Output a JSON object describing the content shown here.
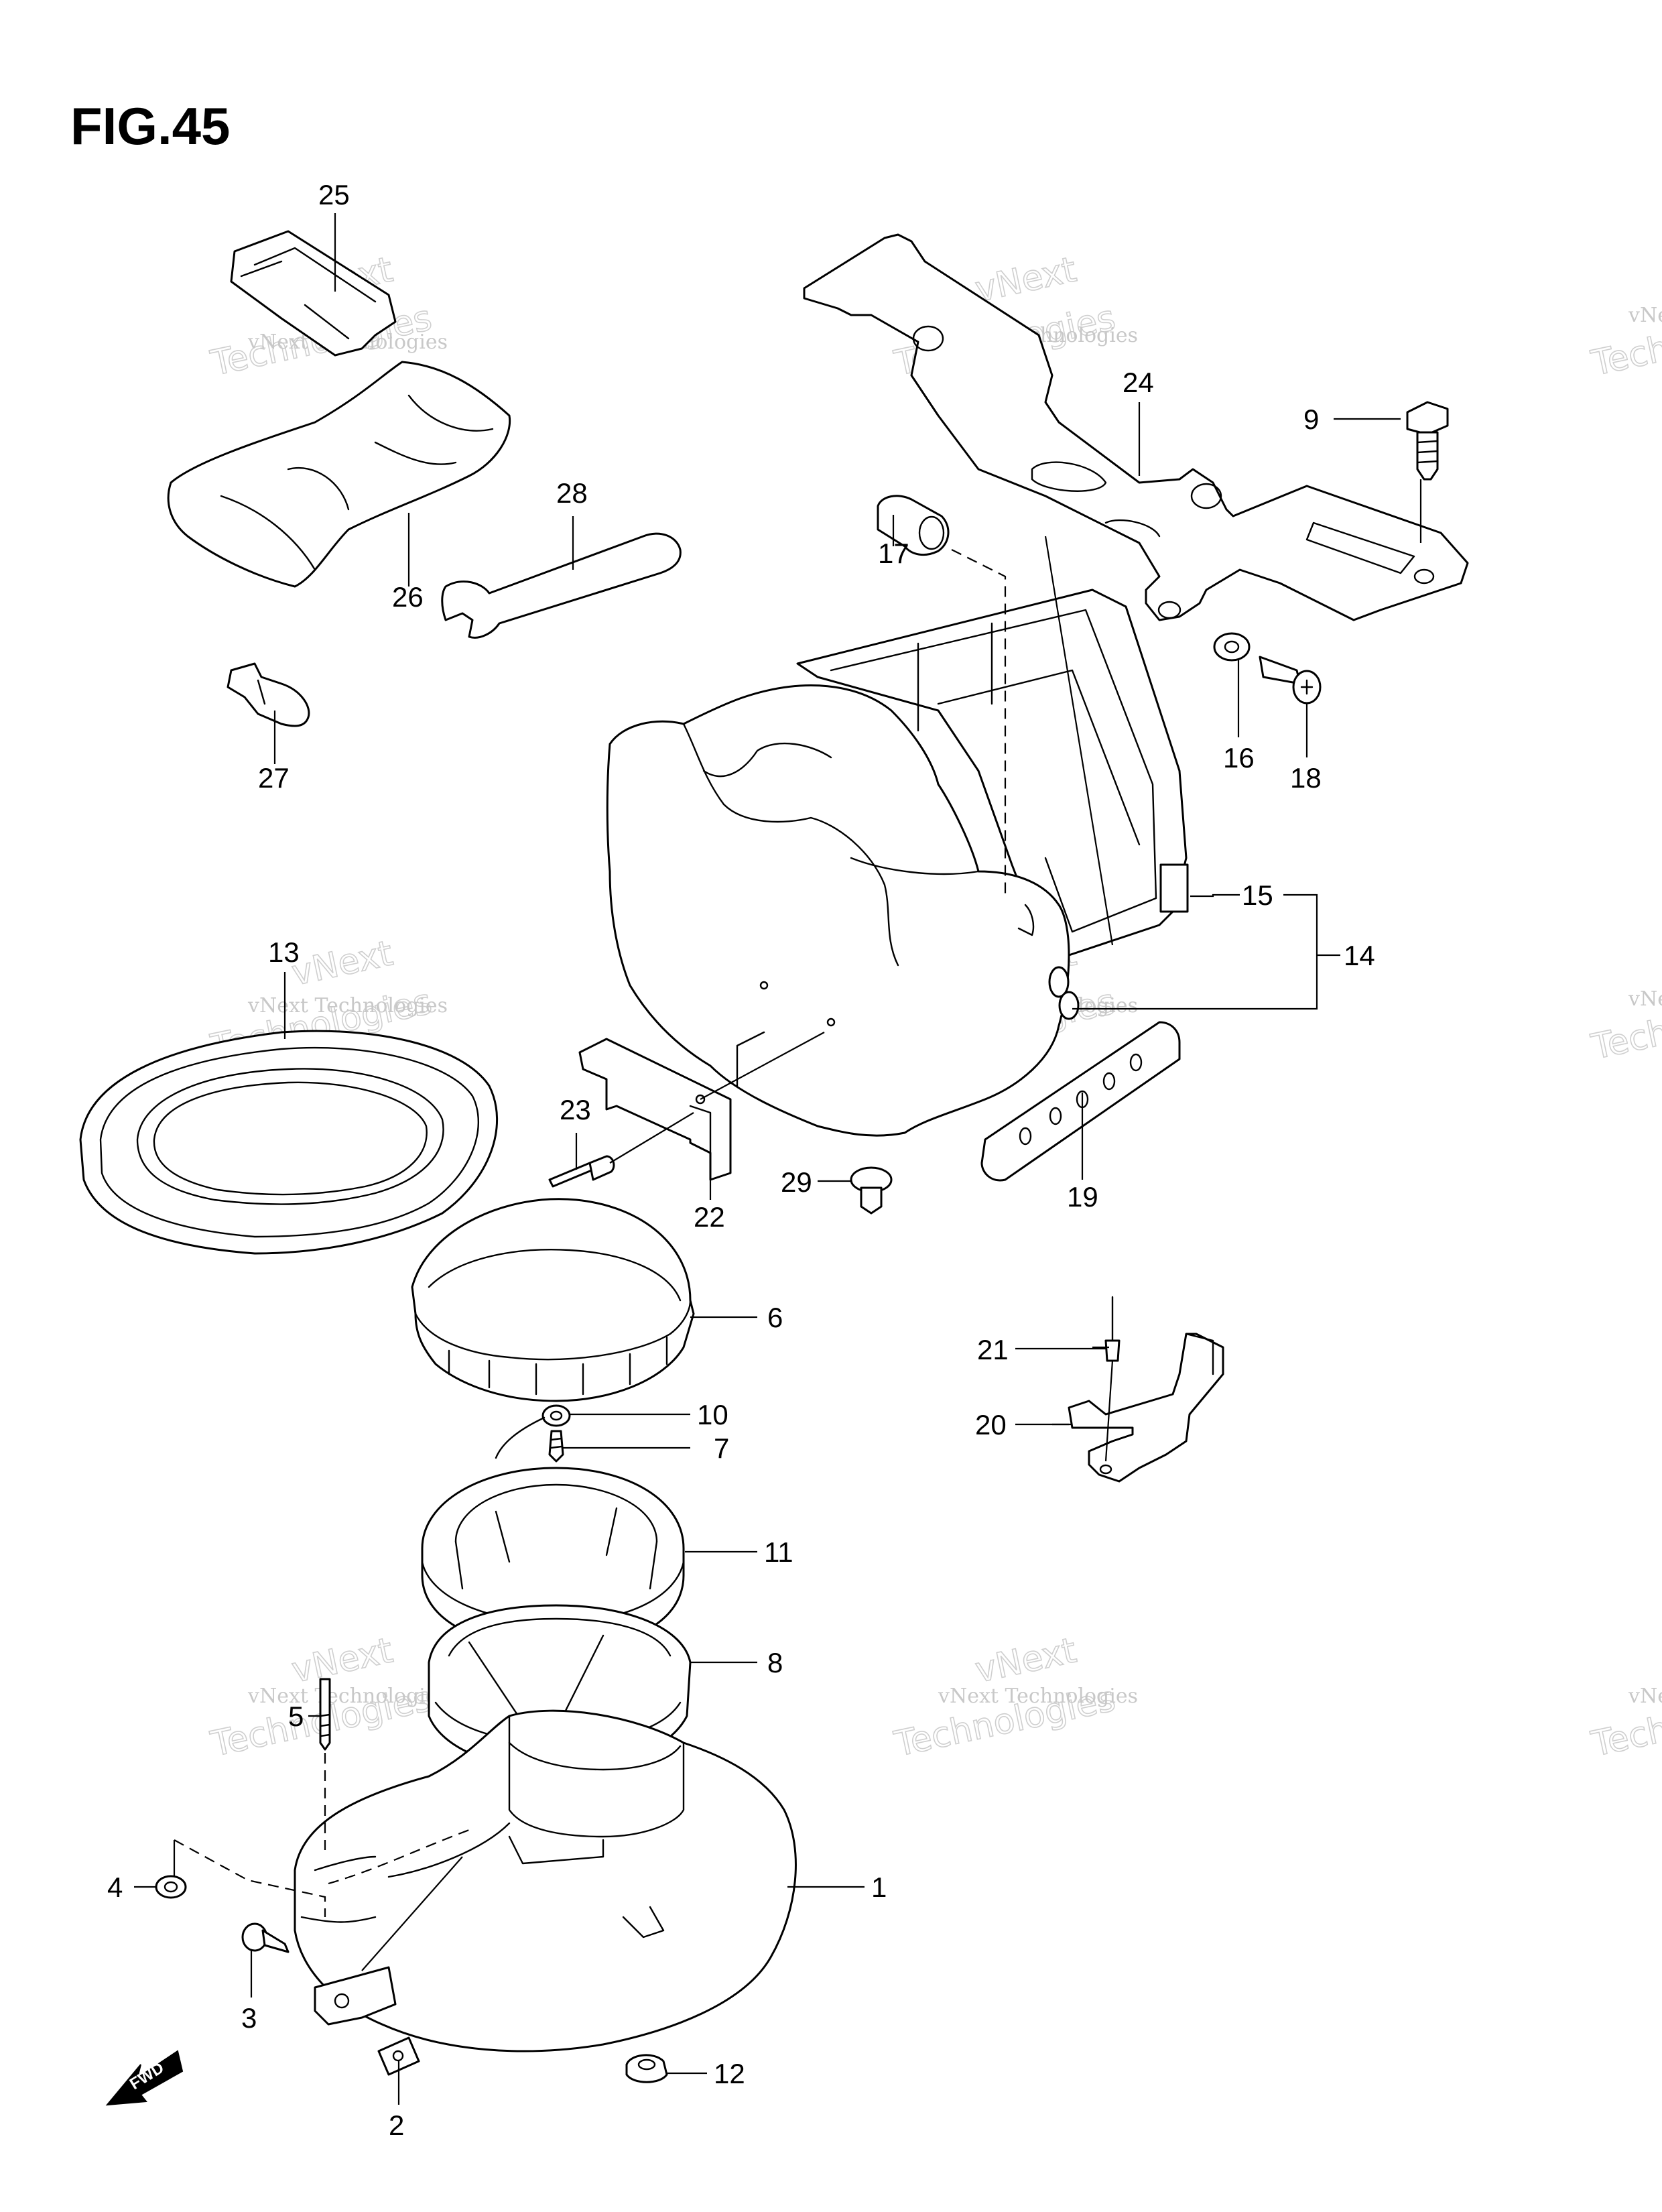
{
  "figure": {
    "title": "FIG.45"
  },
  "watermark": {
    "line1": "vNext Technologies",
    "line2": "vNext",
    "line3": "Technologies"
  },
  "fwd_label": "FWD",
  "callouts": {
    "c1": "1",
    "c2": "2",
    "c3": "3",
    "c4": "4",
    "c5": "5",
    "c6": "6",
    "c7": "7",
    "c8": "8",
    "c9": "9",
    "c10": "10",
    "c11": "11",
    "c12": "12",
    "c13": "13",
    "c14": "14",
    "c15": "15",
    "c16": "16",
    "c17": "17",
    "c18": "18",
    "c19": "19",
    "c20": "20",
    "c21": "21",
    "c22": "22",
    "c23": "23",
    "c24": "24",
    "c25": "25",
    "c26": "26",
    "c27": "27",
    "c28": "28",
    "c29": "29"
  }
}
